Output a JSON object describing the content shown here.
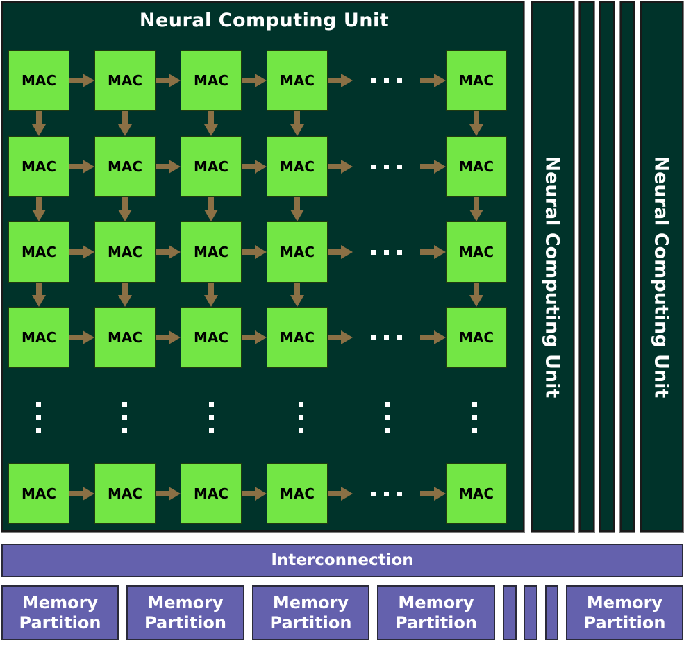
{
  "diagram": {
    "main_unit": {
      "title": "Neural Computing Unit"
    },
    "side_units": [
      {
        "title": "Neural Computing Unit"
      },
      {
        "title": "Neural Computing Unit"
      }
    ],
    "mac_label": "MAC",
    "mac_grid": {
      "rows_shown": 5,
      "cols_shown": 5,
      "ellipsis_row": true,
      "ellipsis_col": true
    },
    "interconnection": {
      "label": "Interconnection"
    },
    "memory_partition": {
      "label_line1": "Memory",
      "label_line2": "Partition",
      "count_shown": 5
    },
    "colors": {
      "ncu_bg": "#00332a",
      "mac_fill": "#73e645",
      "arrow": "#8b7045",
      "purple": "#6461ad",
      "text_light": "#ffffff"
    }
  }
}
